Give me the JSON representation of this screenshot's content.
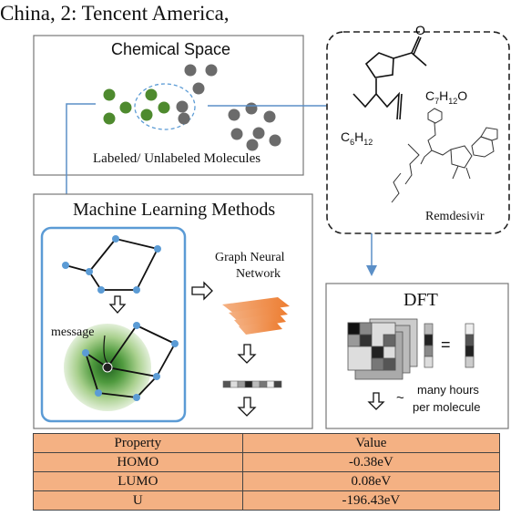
{
  "header_fragment": "China, 2: Tencent America,",
  "chemical_space": {
    "title": "Chemical Space",
    "caption": "Labeled/ Unlabeled  Molecules"
  },
  "molecules": {
    "formula1_main": "C",
    "formula1_sub1": "7",
    "formula1_mid": "H",
    "formula1_sub2": "12",
    "formula1_end": "O",
    "formula2_main": "C",
    "formula2_sub1": "6",
    "formula2_mid": "H",
    "formula2_sub2": "12",
    "remdesivir": "Remdesivir"
  },
  "ml": {
    "title": "Machine Learning Methods",
    "message_label": "message",
    "gnn_line1": "Graph Neural",
    "gnn_line2": "Network"
  },
  "dft": {
    "title": "DFT",
    "equals": "=",
    "tilde": "~",
    "hours_line1": "many hours",
    "hours_line2": "per molecule"
  },
  "table": {
    "headers": [
      "Property",
      "Value"
    ],
    "rows": [
      [
        "HOMO",
        "-0.38eV"
      ],
      [
        "LUMO",
        "0.08eV"
      ],
      [
        "U",
        "-196.43eV"
      ]
    ]
  },
  "colors": {
    "labeled": "#4e8a2e",
    "unlabeled": "#6b6b6b",
    "arrow_blue": "#5b8fc7",
    "node_blue": "#5b9bd5",
    "table_fill": "#f4b183",
    "gnn_orange": "#ed7d31"
  }
}
